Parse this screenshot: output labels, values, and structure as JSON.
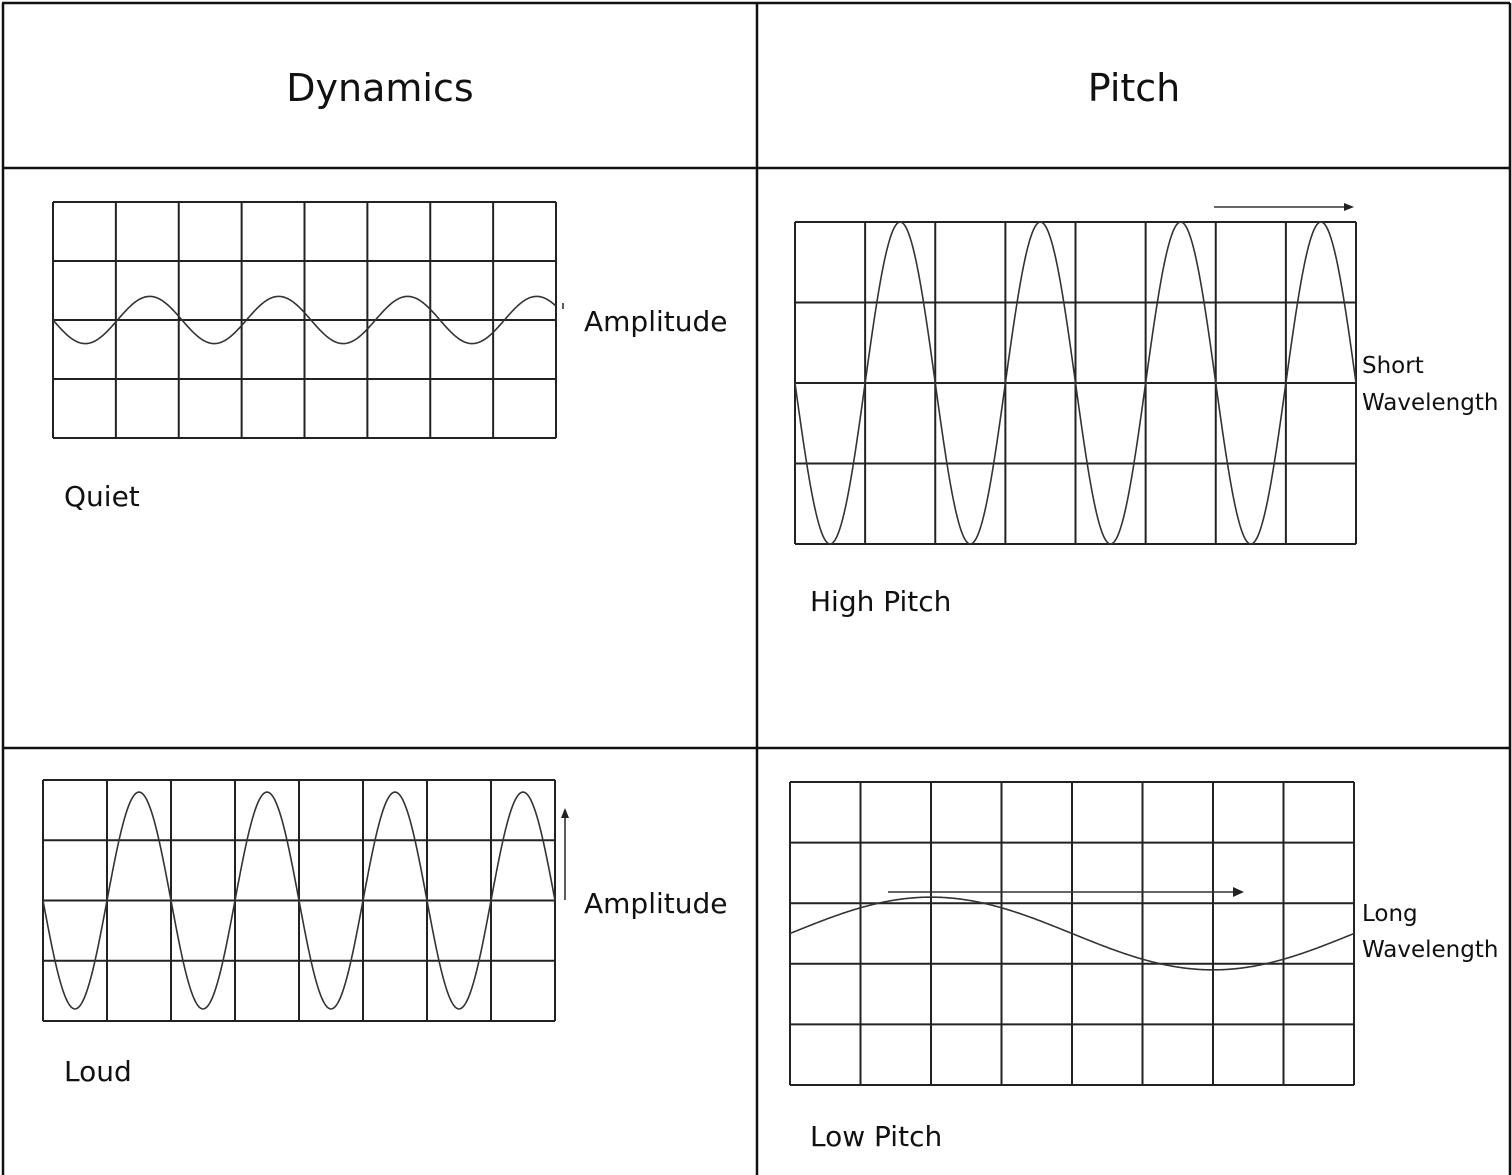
{
  "table": {
    "headers": [
      "Dynamics",
      "Pitch"
    ]
  },
  "cells": {
    "quiet": {
      "caption": "Quiet",
      "side_label": "Amplitude",
      "wave": {
        "cycles": 3.9,
        "amplitude": 0.4,
        "start": "down"
      }
    },
    "high_pitch": {
      "caption": "High Pitch",
      "side_label_lines": [
        "Short",
        "Wavelength"
      ],
      "wave": {
        "cycles": 4.0,
        "amplitude": 2.0,
        "start": "down"
      }
    },
    "loud": {
      "caption": "Loud",
      "side_label": "Amplitude",
      "wave": {
        "cycles": 4.0,
        "amplitude": 1.8,
        "start": "down"
      }
    },
    "low_pitch": {
      "caption": "Low Pitch",
      "side_label_lines": [
        "Long",
        "Wavelength"
      ],
      "wave": {
        "cycles": 1.0,
        "amplitude": 0.6,
        "start": "up"
      }
    }
  },
  "colors": {
    "line": "#222222",
    "wave": "#333333",
    "text": "#111111",
    "background": "#ffffff"
  }
}
